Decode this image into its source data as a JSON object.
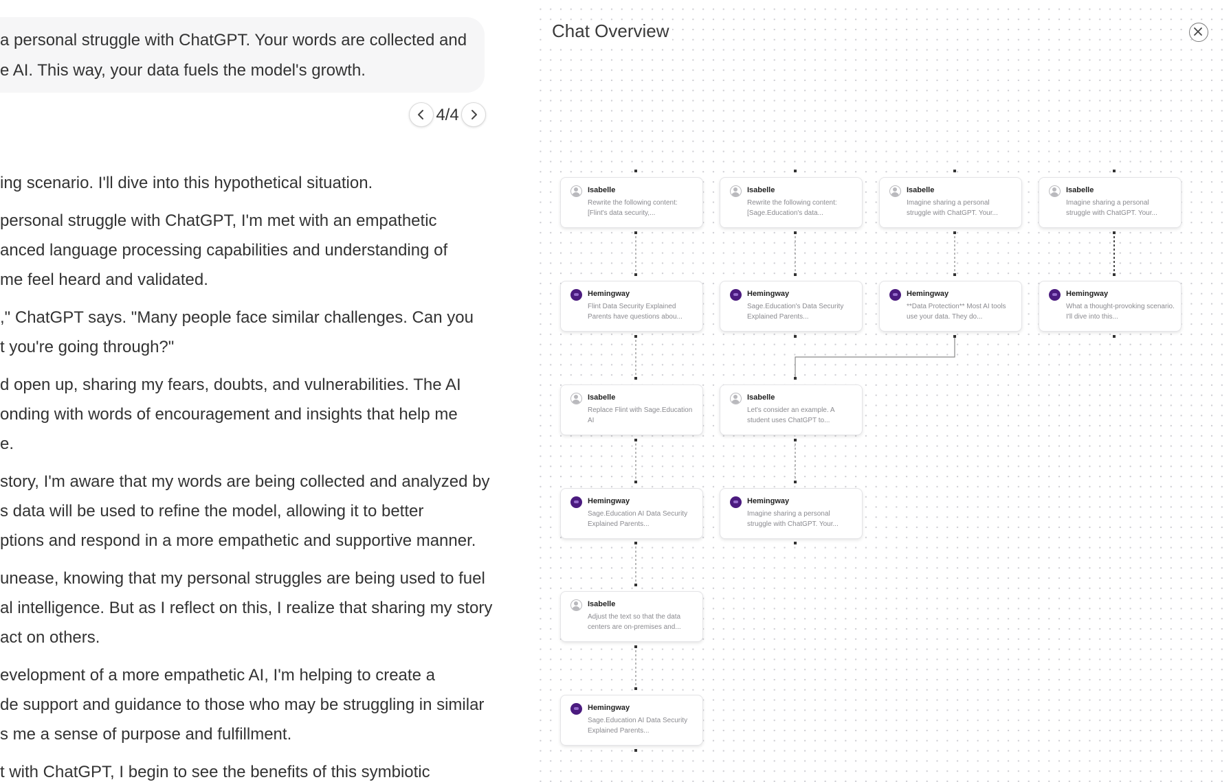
{
  "chat": {
    "user_message_lines": [
      "a personal struggle with ChatGPT. Your words are collected and",
      "e AI. This way, your data fuels the model's growth."
    ],
    "pager": {
      "label": "4/4",
      "prev_icon": "chevron-left-icon",
      "next_icon": "chevron-right-icon"
    },
    "reply_lines": [
      "ing scenario. I'll dive into this hypothetical situation.",
      "personal struggle with ChatGPT, I'm met with an empathetic",
      "anced language processing capabilities and understanding of",
      "me feel heard and validated.",
      ",\" ChatGPT says. \"Many people face similar challenges. Can you",
      "t you're going through?\"",
      "d open up, sharing my fears, doubts, and vulnerabilities. The AI",
      "onding with words of encouragement and insights that help me",
      "e.",
      "story, I'm aware that my words are being collected and analyzed by",
      "s data will be used to refine the model, allowing it to better",
      "ptions and respond in a more empathetic and supportive manner.",
      " unease, knowing that my personal struggles are being used to fuel",
      "al intelligence. But as I reflect on this, I realize that sharing my story",
      "act on others.",
      "evelopment of a more empathetic AI, I'm helping to create a",
      "de support and guidance to those who may be struggling in similar",
      "s me a sense of purpose and fulfillment.",
      "t with ChatGPT, I begin to see the benefits of this symbiotic"
    ]
  },
  "overview": {
    "title": "Chat Overview",
    "close_icon": "close-icon",
    "colors": {
      "bot_avatar": "#4b1b7f",
      "connector": "#8a8a8a",
      "dots": "#cfcfd4"
    },
    "nodes": [
      {
        "author": "Isabelle",
        "role": "user",
        "preview": "Rewrite the following content: [Flint's data security,..."
      },
      {
        "author": "Isabelle",
        "role": "user",
        "preview": "Rewrite the following content: [Sage.Education's data..."
      },
      {
        "author": "Isabelle",
        "role": "user",
        "preview": "Imagine sharing a personal struggle with ChatGPT. Your..."
      },
      {
        "author": "Isabelle",
        "role": "user",
        "preview": "Imagine sharing a personal struggle with ChatGPT. Your..."
      },
      {
        "author": "Hemingway",
        "role": "assistant",
        "preview": "Flint Data Security Explained Parents have questions abou..."
      },
      {
        "author": "Hemingway",
        "role": "assistant",
        "preview": "Sage.Education's Data Security Explained Parents..."
      },
      {
        "author": "Hemingway",
        "role": "assistant",
        "preview": "**Data Protection** Most AI tools use your data. They do..."
      },
      {
        "author": "Hemingway",
        "role": "assistant",
        "preview": "What a thought-provoking scenario. I'll dive into this..."
      },
      {
        "author": "Isabelle",
        "role": "user",
        "preview": "Replace Flint with Sage.Education AI"
      },
      {
        "author": "Isabelle",
        "role": "user",
        "preview": "Let's consider an example. A student uses ChatGPT to..."
      },
      {
        "author": "Hemingway",
        "role": "assistant",
        "preview": "Sage.Education AI Data Security Explained Parents..."
      },
      {
        "author": "Hemingway",
        "role": "assistant",
        "preview": "Imagine sharing a personal struggle with ChatGPT. Your..."
      },
      {
        "author": "Isabelle",
        "role": "user",
        "preview": "Adjust the text so that the data centers are on-premises and..."
      },
      {
        "author": "Hemingway",
        "role": "assistant",
        "preview": "Sage.Education AI Data Security Explained Parents..."
      }
    ]
  }
}
